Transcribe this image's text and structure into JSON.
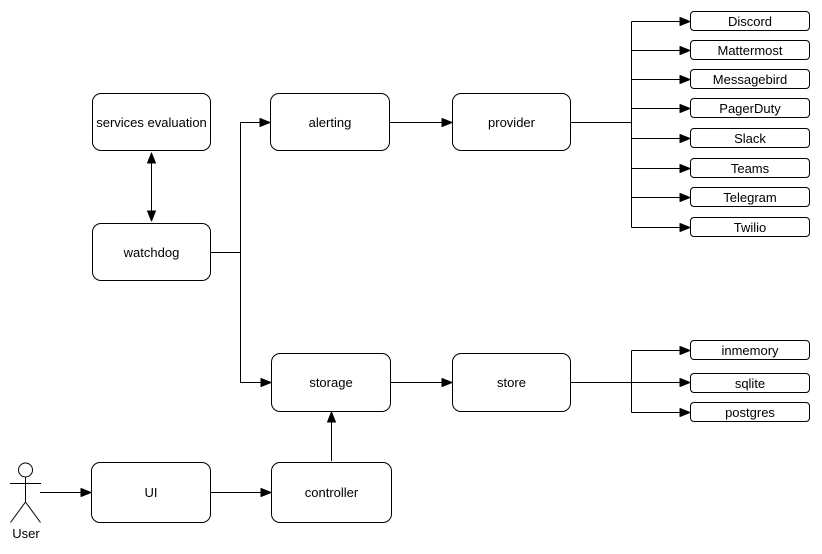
{
  "diagram": {
    "type": "architecture-flowchart",
    "colors": {
      "background": "#ffffff",
      "node_fill": "#ffffff",
      "node_stroke": "#000000",
      "edge": "#000000",
      "text": "#000000"
    },
    "actor": {
      "label": "User"
    },
    "nodes": {
      "services_evaluation": {
        "label": "services evaluation"
      },
      "watchdog": {
        "label": "watchdog"
      },
      "alerting": {
        "label": "alerting"
      },
      "provider": {
        "label": "provider"
      },
      "storage": {
        "label": "storage"
      },
      "store": {
        "label": "store"
      },
      "ui": {
        "label": "UI"
      },
      "controller": {
        "label": "controller"
      }
    },
    "providers": {
      "items": [
        "Discord",
        "Mattermost",
        "Messagebird",
        "PagerDuty",
        "Slack",
        "Teams",
        "Telegram",
        "Twilio"
      ]
    },
    "stores": {
      "items": [
        "inmemory",
        "sqlite",
        "postgres"
      ]
    },
    "edges": [
      {
        "from": "services evaluation",
        "to": "watchdog",
        "arrow": "double"
      },
      {
        "from": "watchdog",
        "to": "alerting",
        "arrow": "single"
      },
      {
        "from": "watchdog",
        "to": "storage",
        "arrow": "single"
      },
      {
        "from": "alerting",
        "to": "provider",
        "arrow": "single"
      },
      {
        "from": "provider",
        "to": "Discord",
        "arrow": "single"
      },
      {
        "from": "provider",
        "to": "Mattermost",
        "arrow": "single"
      },
      {
        "from": "provider",
        "to": "Messagebird",
        "arrow": "single"
      },
      {
        "from": "provider",
        "to": "PagerDuty",
        "arrow": "single"
      },
      {
        "from": "provider",
        "to": "Slack",
        "arrow": "single"
      },
      {
        "from": "provider",
        "to": "Teams",
        "arrow": "single"
      },
      {
        "from": "provider",
        "to": "Telegram",
        "arrow": "single"
      },
      {
        "from": "provider",
        "to": "Twilio",
        "arrow": "single"
      },
      {
        "from": "storage",
        "to": "store",
        "arrow": "single"
      },
      {
        "from": "store",
        "to": "inmemory",
        "arrow": "single"
      },
      {
        "from": "store",
        "to": "sqlite",
        "arrow": "single"
      },
      {
        "from": "store",
        "to": "postgres",
        "arrow": "single"
      },
      {
        "from": "User",
        "to": "UI",
        "arrow": "single"
      },
      {
        "from": "UI",
        "to": "controller",
        "arrow": "single"
      },
      {
        "from": "controller",
        "to": "storage",
        "arrow": "single"
      }
    ]
  }
}
